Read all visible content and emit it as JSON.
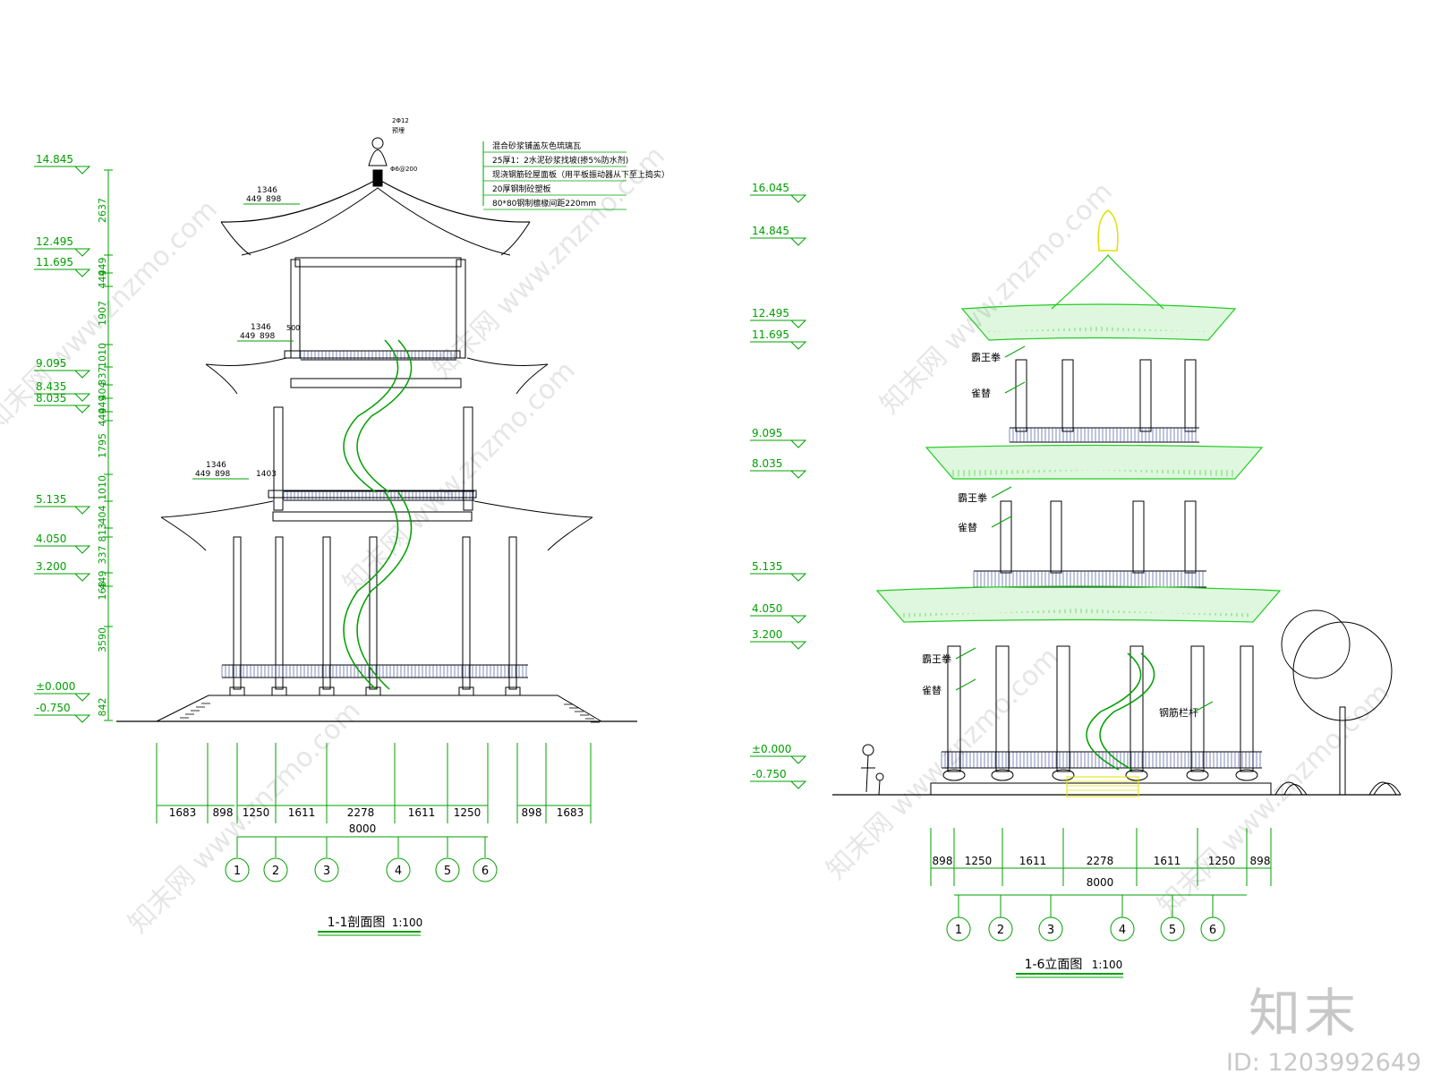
{
  "section": {
    "title": "1-1剖面图",
    "scale": "1:100",
    "elevations": [
      "14.845",
      "12.495",
      "11.695",
      "9.095",
      "8.435",
      "8.035",
      "5.135",
      "4.050",
      "3.200",
      "±0.000",
      "-0.750"
    ],
    "vertical_dims": [
      "2637",
      "449",
      "449",
      "1907",
      "1010",
      "337",
      "404",
      "449",
      "449",
      "1795",
      "1010",
      "404",
      "813",
      "337",
      "449",
      "168",
      "3590",
      "842"
    ],
    "notes": [
      "混合砂浆铺盖灰色琉璃瓦",
      "25厚1：2水泥砂浆找坡(掺5%防水剂)",
      "现浇钢筋砼屋面板（用平板振动器从下至上捣实）",
      "20厚钢制砼塑板",
      "80*80钢制檩椽间距220mm"
    ],
    "top_notes": [
      "2Φ12",
      "预埋",
      "Φ6@200"
    ],
    "eave_dims": [
      "1346",
      "449",
      "898",
      "500",
      "1403"
    ],
    "bottom_dims": [
      "1683",
      "898",
      "1250",
      "1611",
      "2278",
      "1611",
      "1250",
      "898",
      "1683"
    ],
    "total": "8000",
    "axes": [
      "1",
      "2",
      "3",
      "4",
      "5",
      "6"
    ]
  },
  "elevation": {
    "title": "1-6立面图",
    "scale": "1:100",
    "elevations": [
      "16.045",
      "14.845",
      "12.495",
      "11.695",
      "9.095",
      "8.035",
      "5.135",
      "4.050",
      "3.200",
      "±0.000",
      "-0.750"
    ],
    "labels": [
      "霸王拳",
      "雀替",
      "霸王拳",
      "雀替",
      "霸王拳",
      "雀替",
      "钢筋栏杆"
    ],
    "bottom_dims": [
      "898",
      "1250",
      "1611",
      "2278",
      "1611",
      "1250",
      "898"
    ],
    "total": "8000",
    "axes": [
      "1",
      "2",
      "3",
      "4",
      "5",
      "6"
    ]
  },
  "watermark": {
    "site": "www.znzmo.com",
    "brand": "知末网",
    "logo": "知末",
    "id": "ID: 1203992649"
  },
  "colors": {
    "line": "#000000",
    "dimension": "#00a000",
    "roof": "#22cc22",
    "finial": "#e0e000",
    "watermark": "#d0d0d0"
  }
}
